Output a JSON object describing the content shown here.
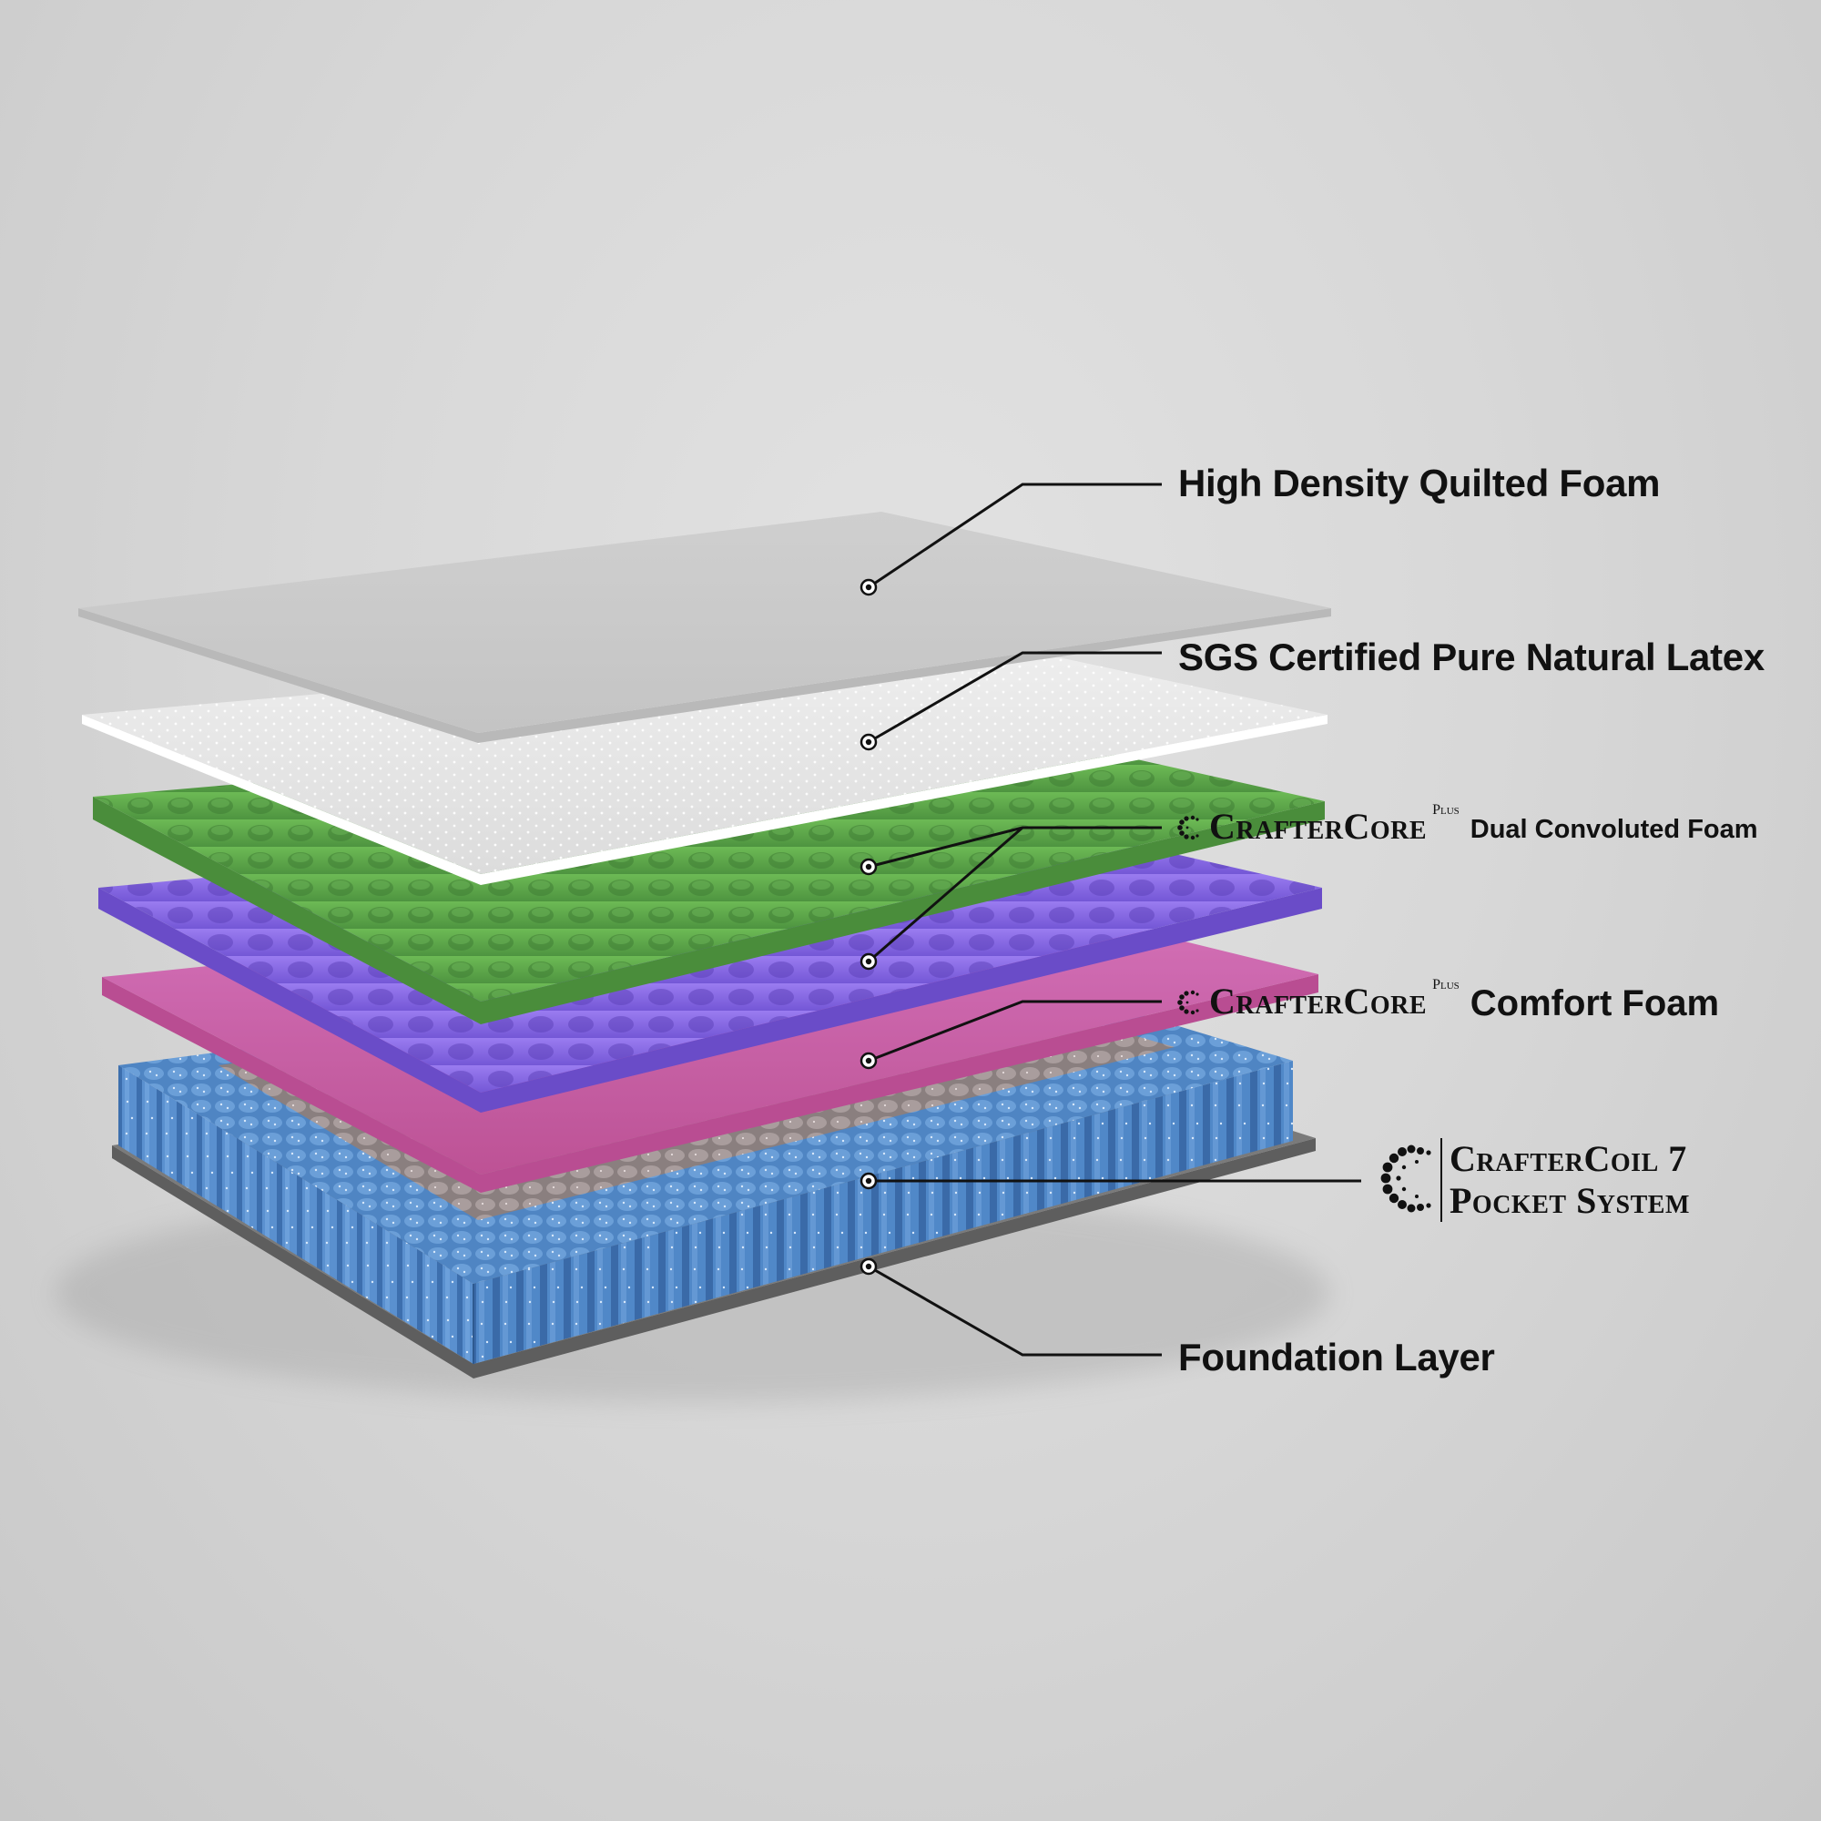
{
  "background_color": "#d8d8d8",
  "layers": [
    {
      "id": "quilted-foam",
      "label": "High Density Quilted Foam",
      "color": "#cdcdcd"
    },
    {
      "id": "latex",
      "label": "SGS Certified Pure Natural Latex",
      "color": "#ededed"
    },
    {
      "id": "convoluted-foam",
      "brand": "CrafterCore",
      "brand_sup": "Plus",
      "label": "Dual Convoluted Foam",
      "color": "#5ea94a",
      "color_secondary": "#8a6ae6"
    },
    {
      "id": "comfort-foam",
      "brand": "CrafterCore",
      "brand_sup": "Plus",
      "label": "Comfort Foam",
      "color": "#d96bbd"
    },
    {
      "id": "pocket-coils",
      "brand_line_1": "CrafterCoil 7",
      "brand_line_2": "Pocket System",
      "color": "#4f85c3",
      "color_secondary": "#9b8f8f"
    },
    {
      "id": "foundation",
      "label": "Foundation Layer",
      "color": "#6f6f6f"
    }
  ],
  "icons": {
    "brand_logo": "dotted-c-logo-icon",
    "callout_marker": "target-dot-icon"
  }
}
